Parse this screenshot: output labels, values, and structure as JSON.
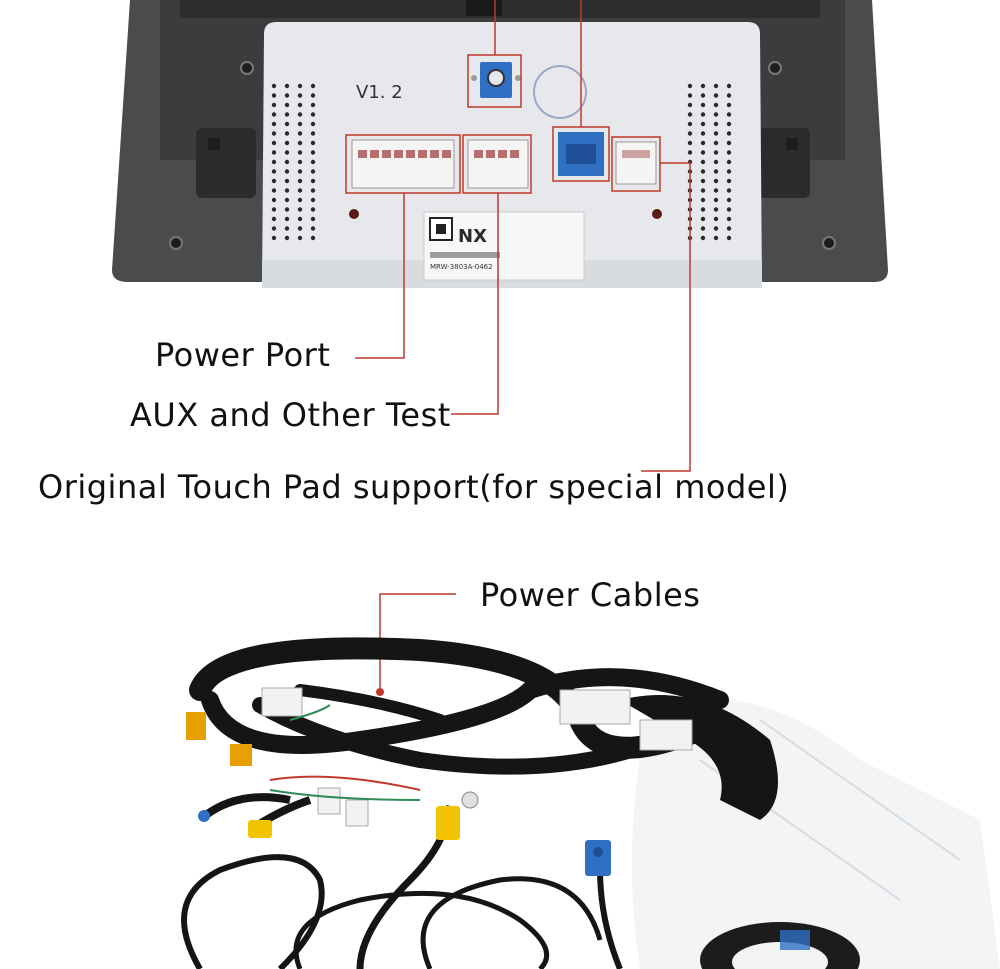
{
  "annotations": {
    "power_port": "Power Port",
    "aux_test": "AUX and Other Test",
    "touch_pad": "Original Touch Pad support(for special model)",
    "power_cables": "Power Cables"
  },
  "unit": {
    "version": "V1. 2",
    "model": "NX",
    "part_number": "MRW-3803A-0462"
  },
  "colors": {
    "callout": "#c0392b",
    "housing": "#4a4b4d",
    "panel": "#e6e8eb",
    "cable": "#151515",
    "fakra_blue": "#2f6fc4",
    "rca_yellow": "#f2c400"
  }
}
